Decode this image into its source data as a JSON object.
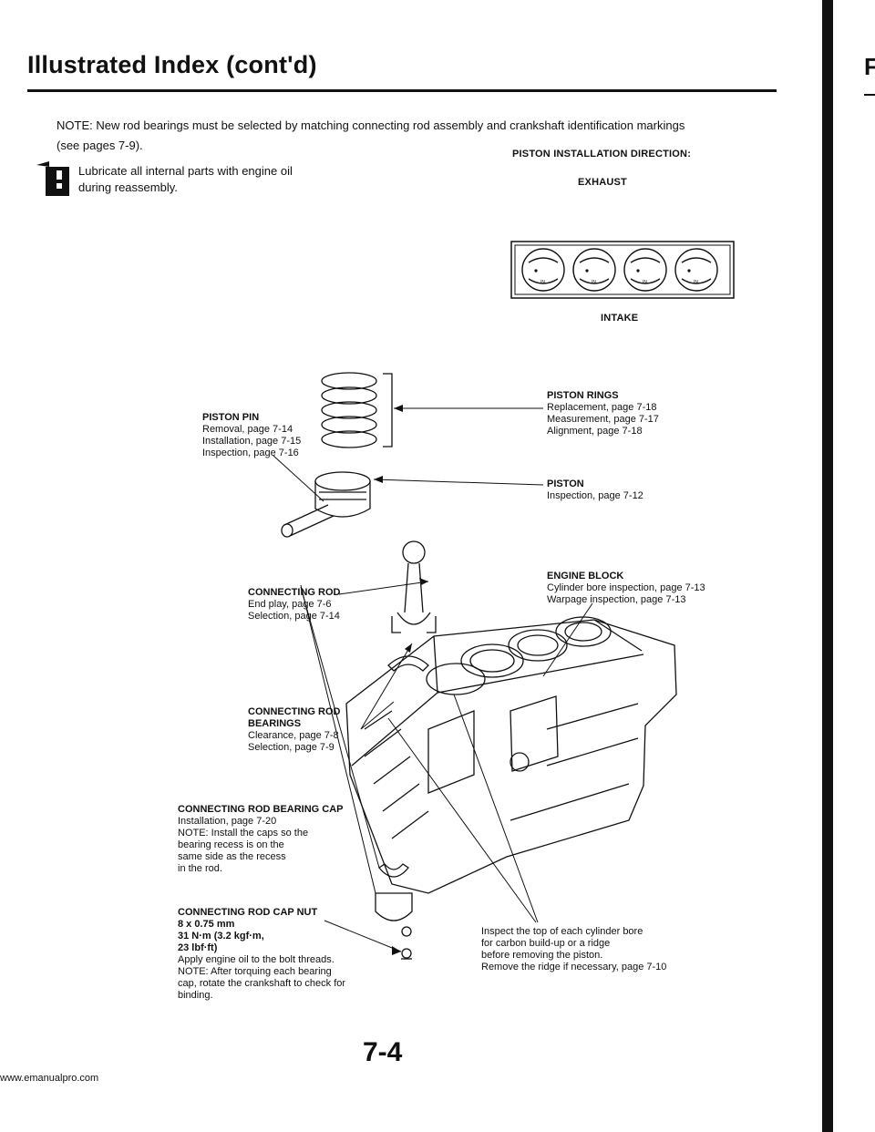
{
  "header": {
    "title": "Illustrated Index (cont'd)",
    "corner_letter": "F"
  },
  "note": {
    "line1": "NOTE:  New rod bearings must be selected by matching connecting rod assembly and crankshaft identification markings",
    "line2": "(see pages 7-9)."
  },
  "lubricate": {
    "line1": "Lubricate all internal parts with engine oil",
    "line2": "during reassembly."
  },
  "piston_direction": {
    "heading": "PISTON INSTALLATION DIRECTION:",
    "exhaust": "EXHAUST",
    "intake": "INTAKE",
    "in_mark": "IN"
  },
  "labels": {
    "piston_pin": {
      "title": "PISTON PIN",
      "lines": [
        "Removal, page 7-14",
        "Installation, page 7-15",
        "Inspection, page 7-16"
      ]
    },
    "piston_rings": {
      "title": "PISTON RINGS",
      "lines": [
        "Replacement, page 7-18",
        "Measurement, page 7-17",
        "Alignment, page 7-18"
      ]
    },
    "piston": {
      "title": "PISTON",
      "lines": [
        "Inspection, page 7-12"
      ]
    },
    "engine_block": {
      "title": "ENGINE BLOCK",
      "lines": [
        "Cylinder bore inspection, page 7-13",
        "Warpage inspection, page 7-13"
      ]
    },
    "connecting_rod": {
      "title": "CONNECTING ROD",
      "lines": [
        "End play, page 7-6",
        "Selection, page 7-14"
      ]
    },
    "rod_bearings": {
      "title1": "CONNECTING ROD",
      "title2": "BEARINGS",
      "lines": [
        "Clearance, page 7-8",
        "Selection, page 7-9"
      ]
    },
    "bearing_cap": {
      "title": "CONNECTING ROD BEARING CAP",
      "lines": [
        "Installation, page 7-20",
        "NOTE:  Install the caps so the",
        "bearing recess is on the",
        "same side as the recess",
        "in the rod."
      ]
    },
    "cap_nut": {
      "title": "CONNECTING ROD CAP NUT",
      "spec": [
        "8 x 0.75 mm",
        "31 N·m (3.2 kgf·m,",
        "23 lbf·ft)"
      ],
      "lines": [
        "Apply engine oil to the bolt threads.",
        "NOTE:  After torquing each bearing",
        "cap, rotate the crankshaft to check for",
        "binding."
      ]
    },
    "ridge": {
      "lines": [
        "Inspect the top of each cylinder bore",
        "for carbon build-up or a ridge",
        "before removing the piston.",
        "Remove the ridge if necessary, page 7-10"
      ]
    }
  },
  "page_number": "7-4",
  "footer_url": "www.emanualpro.com"
}
